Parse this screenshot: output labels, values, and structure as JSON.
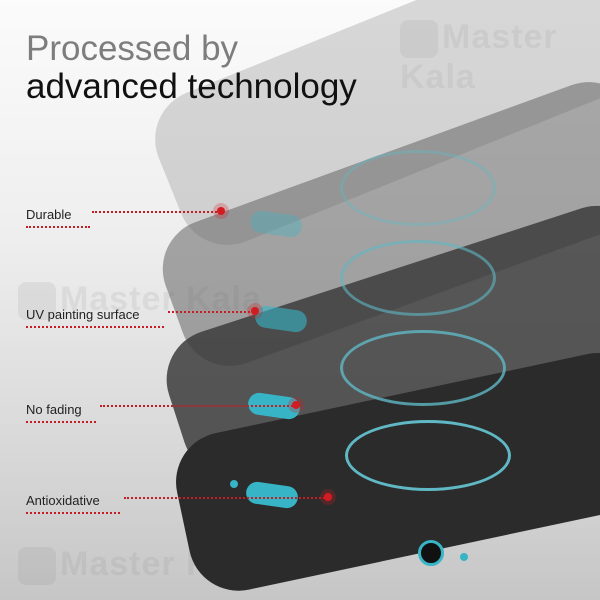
{
  "headline": {
    "line1": "Processed by",
    "line2": "advanced technology"
  },
  "watermark": "Master Kala",
  "callouts": [
    {
      "label": "Durable"
    },
    {
      "label": "UV painting surface"
    },
    {
      "label": "No fading"
    },
    {
      "label": "Antioxidative"
    }
  ],
  "colors": {
    "accent_teal": "#37b5c7",
    "callout_red": "#d31c22",
    "case_black": "#2b2b2b"
  }
}
